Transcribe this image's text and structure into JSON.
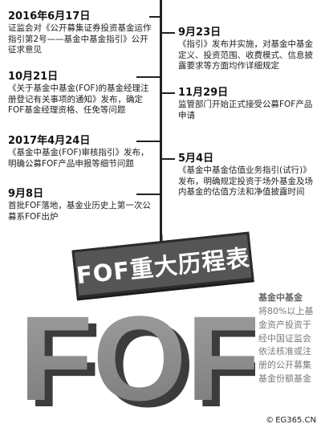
{
  "events_left": [
    {
      "date": "2016年6月17日",
      "text": "证监会对《公开募集证券投资基金运作指引第2号——基金中基金指引》公开征求意见"
    },
    {
      "date": "10月21日",
      "text": "《关于基金中基金(FOF)的基金经理注册登记有关事项的通知》发布，确定FOF基金经理资格、任免等问题"
    },
    {
      "date": "2017年4月24日",
      "text": "《基金中基金(FOF)审核指引》发布，明确公募FOF产品申报等细节问题"
    },
    {
      "date": "9月8日",
      "text": "首批FOF落地，基金业历史上第一次公募系FOF出炉"
    }
  ],
  "events_right": [
    {
      "date": "9月23日",
      "text": "《指引》发布并实施，对基金中基金定义、投资范围、收费模式、信息披露要求等方面均作详细规定"
    },
    {
      "date": "11月29日",
      "text": "监管部门开始正式接受公募FOF产品申请"
    },
    {
      "date": "5月4日",
      "text": "《基金中基金估值业务指引(试行)》发布，明确规定投资于场外基金及场内基金的估值方法和净值披露时间"
    }
  ],
  "sign_title": "FOF重大历程表",
  "big_letters": "FOF",
  "definition": {
    "title": "基金中基金",
    "text": "将80%以上基金资产投资于经中国证监会依法核准或注册的公开募集基金份额基金"
  },
  "credit": "EG365.CN",
  "colors": {
    "line": "#222222",
    "sign": "#555555",
    "letters": "#8c8c8c"
  }
}
